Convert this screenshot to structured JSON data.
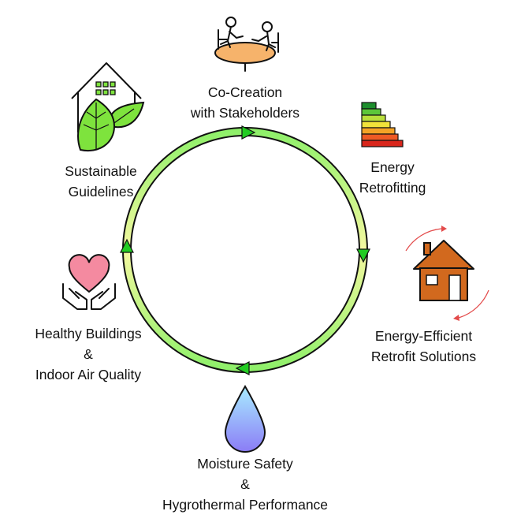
{
  "nodes": [
    {
      "id": "co-creation",
      "icon": "meeting-table-icon",
      "lines": [
        "Co-Creation",
        "with Stakeholders"
      ]
    },
    {
      "id": "energy-retrofitting",
      "icon": "energy-rating-bars-icon",
      "lines": [
        "Energy",
        "Retrofitting"
      ]
    },
    {
      "id": "energy-efficient-retrofit",
      "icon": "house-with-arrows-icon",
      "lines": [
        "Energy-Efficient",
        "Retrofit Solutions"
      ]
    },
    {
      "id": "moisture-safety",
      "icon": "water-drop-icon",
      "lines": [
        "Moisture Safety",
        "&",
        "Hygrothermal Performance"
      ]
    },
    {
      "id": "healthy-buildings",
      "icon": "hands-heart-icon",
      "lines": [
        "Healthy Buildings",
        "&",
        "Indoor Air Quality"
      ]
    },
    {
      "id": "sustainable-guidelines",
      "icon": "house-leaf-icon",
      "lines": [
        "Sustainable",
        "Guidelines"
      ]
    }
  ],
  "colors": {
    "ring_green": "#8ff06a",
    "ring_yellow": "#f4f8a0",
    "arrow": "#22cc22",
    "heart": "#f48aa0",
    "leaf": "#7ee33d",
    "house_orange": "#d2691e",
    "drop_top": "#9fe3ff",
    "drop_bottom": "#8b7cf6",
    "bars": [
      "#1e8f2e",
      "#5cc63a",
      "#b9df3c",
      "#f1e23a",
      "#f4a326",
      "#ee5a24",
      "#d9261c"
    ]
  }
}
